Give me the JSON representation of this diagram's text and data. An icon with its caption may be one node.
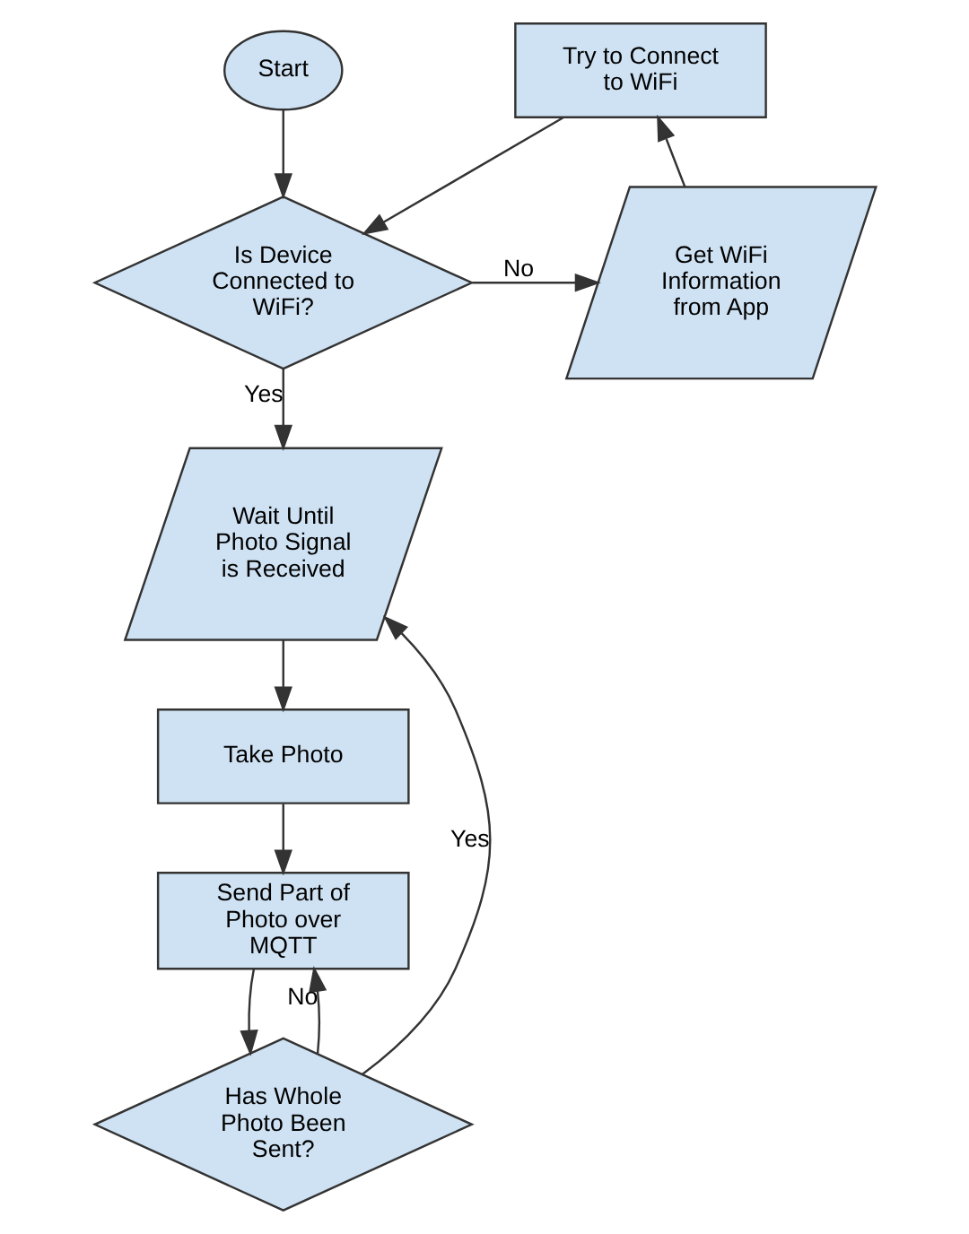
{
  "diagram": {
    "nodes": [
      {
        "text": [
          "Start"
        ]
      },
      {
        "text": [
          "Is Device Connected to WiFi?"
        ]
      },
      {
        "text": [
          "Try to Connect to WiFi"
        ]
      },
      {
        "text": [
          "Get WiFi Information from App"
        ]
      },
      {
        "text": [
          "Wait Until Photo Signal is Received"
        ]
      },
      {
        "text": [
          "Take Photo"
        ]
      },
      {
        "text": [
          "Send Part of Photo over MQTT"
        ]
      },
      {
        "text": [
          "Has Whole Photo Been Sent?"
        ]
      }
    ],
    "edges": [
      {
        "from": 0,
        "to": 1,
        "arrow": "to"
      },
      {
        "from": 1,
        "to": 3,
        "arrow": "to",
        "label": "No"
      },
      {
        "from": 3,
        "to": 2,
        "arrow": "to"
      },
      {
        "from": 2,
        "to": 1,
        "arrow": "to"
      },
      {
        "from": 1,
        "to": 4,
        "arrow": "to",
        "label": "Yes"
      },
      {
        "from": 4,
        "to": 5,
        "arrow": "to"
      },
      {
        "from": 5,
        "to": 6,
        "arrow": "to"
      },
      {
        "from": 6,
        "to": 7,
        "arrow": "to"
      },
      {
        "from": 7,
        "to": 6,
        "arrow": "to",
        "label": "No"
      },
      {
        "from": 7,
        "to": 4,
        "arrow": "to",
        "label": "Yes"
      }
    ]
  }
}
